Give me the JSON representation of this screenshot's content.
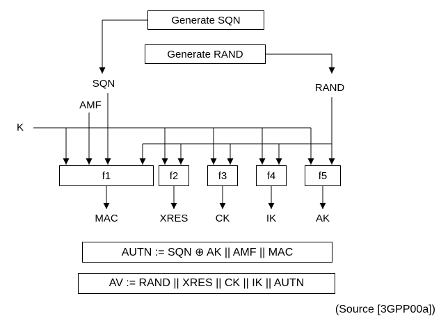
{
  "diagram": {
    "generators": {
      "sqn": "Generate SQN",
      "rand": "Generate RAND"
    },
    "signals": {
      "sqn": "SQN",
      "rand": "RAND",
      "amf": "AMF",
      "k": "K"
    },
    "functions": {
      "f1": "f1",
      "f2": "f2",
      "f3": "f3",
      "f4": "f4",
      "f5": "f5"
    },
    "outputs": {
      "mac": "MAC",
      "xres": "XRES",
      "ck": "CK",
      "ik": "IK",
      "ak": "AK"
    },
    "formulas": {
      "autn": "AUTN := SQN ⊕ AK || AMF || MAC",
      "av": "AV := RAND || XRES || CK || IK || AUTN"
    },
    "source": "(Source [3GPP00a])",
    "colors": {
      "line": "#000000",
      "background": "#ffffff"
    }
  }
}
